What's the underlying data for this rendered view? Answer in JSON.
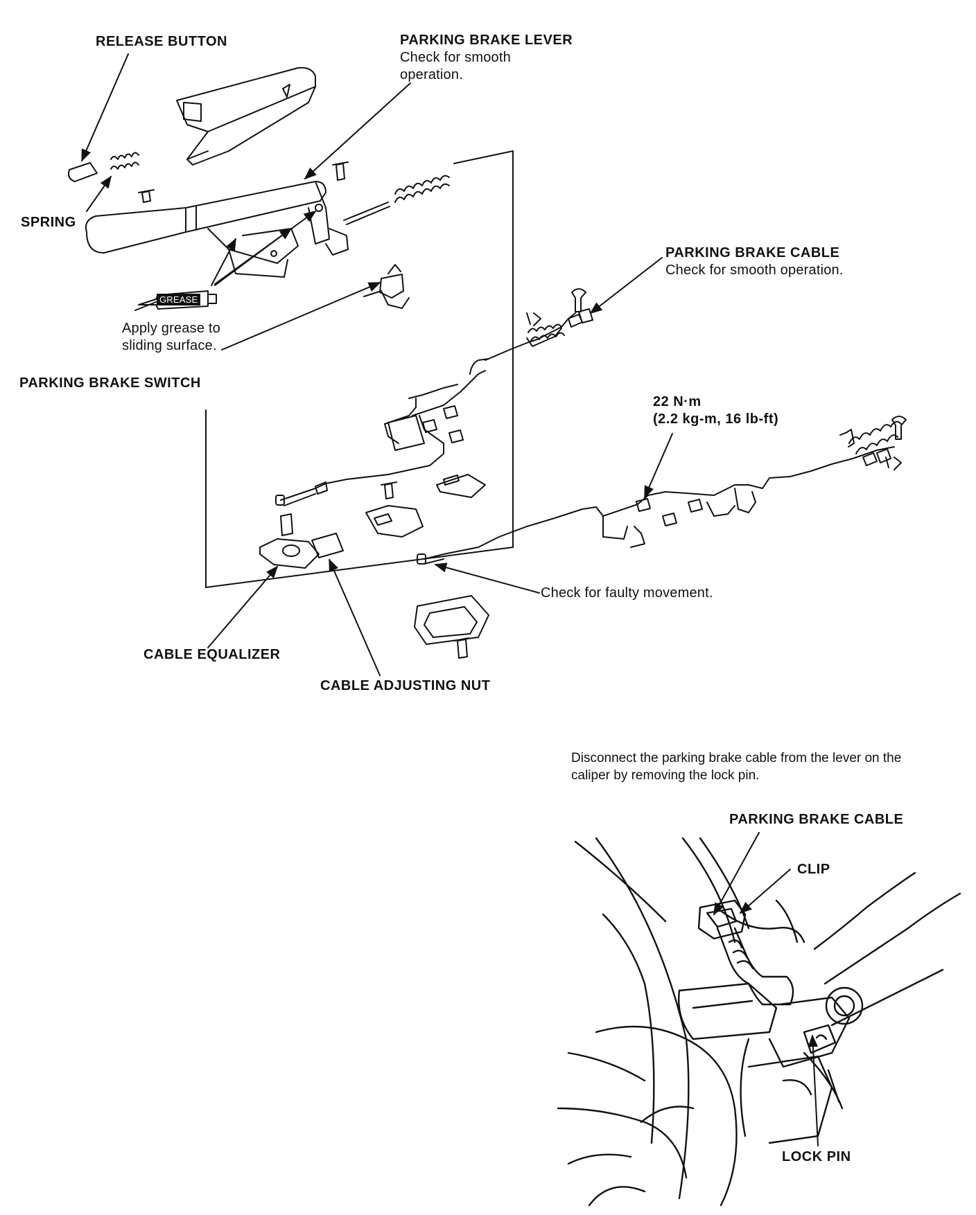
{
  "top_diagram": {
    "release_button": "RELEASE BUTTON",
    "parking_brake_lever": {
      "title": "PARKING BRAKE LEVER",
      "note_line1": "Check for smooth",
      "note_line2": "operation."
    },
    "spring": "SPRING",
    "grease_tag": "GREASE",
    "grease_note_line1": "Apply grease to",
    "grease_note_line2": "sliding surface.",
    "parking_brake_switch": "PARKING BRAKE SWITCH",
    "parking_brake_cable": {
      "title": "PARKING BRAKE CABLE",
      "note": "Check for smooth operation."
    },
    "torque": {
      "line1": "22 N·m",
      "line2": "(2.2 kg-m, 16 lb-ft)"
    },
    "faulty_movement": "Check for faulty movement.",
    "cable_equalizer": "CABLE EQUALIZER",
    "cable_adjusting_nut": "CABLE ADJUSTING NUT"
  },
  "bottom_diagram": {
    "instruction_line1": "Disconnect the parking brake cable from the lever on the",
    "instruction_line2": "caliper by removing the lock pin.",
    "parking_brake_cable": "PARKING BRAKE CABLE",
    "clip": "CLIP",
    "lock_pin": "LOCK PIN"
  }
}
